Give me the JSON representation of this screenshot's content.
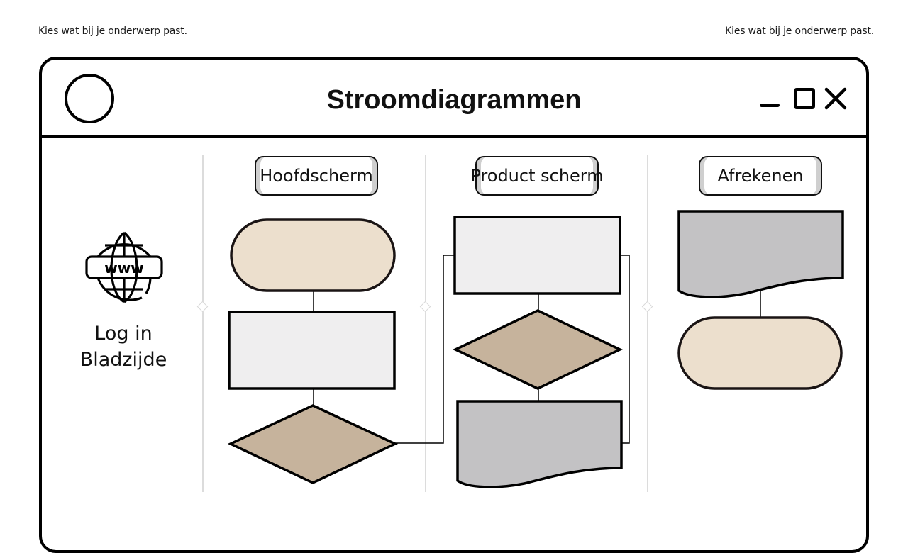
{
  "captions": {
    "left": "Kies wat bij je onderwerp past.",
    "right": "Kies wat bij je onderwerp past."
  },
  "window": {
    "title": "Stroomdiagrammen",
    "controls": {
      "minimize": "minimize-icon",
      "maximize": "maximize-icon",
      "close": "close-icon"
    }
  },
  "left_panel": {
    "icon": "www-globe-icon",
    "icon_text": "www",
    "label_line1": "Log in",
    "label_line2": "Bladzijde"
  },
  "lanes": [
    {
      "header": "Hoofdscherm",
      "shapes": [
        "terminator",
        "process",
        "decision"
      ]
    },
    {
      "header": "Product scherm",
      "shapes": [
        "process",
        "decision",
        "document"
      ]
    },
    {
      "header": "Afrekenen",
      "shapes": [
        "document",
        "terminator"
      ]
    }
  ],
  "colors": {
    "terminator": "#ecdfcd",
    "process": "#efeeef",
    "decision": "#c6b39c",
    "document": "#c3c2c4",
    "stroke": "#000000",
    "divider": "#dcdcdc"
  }
}
